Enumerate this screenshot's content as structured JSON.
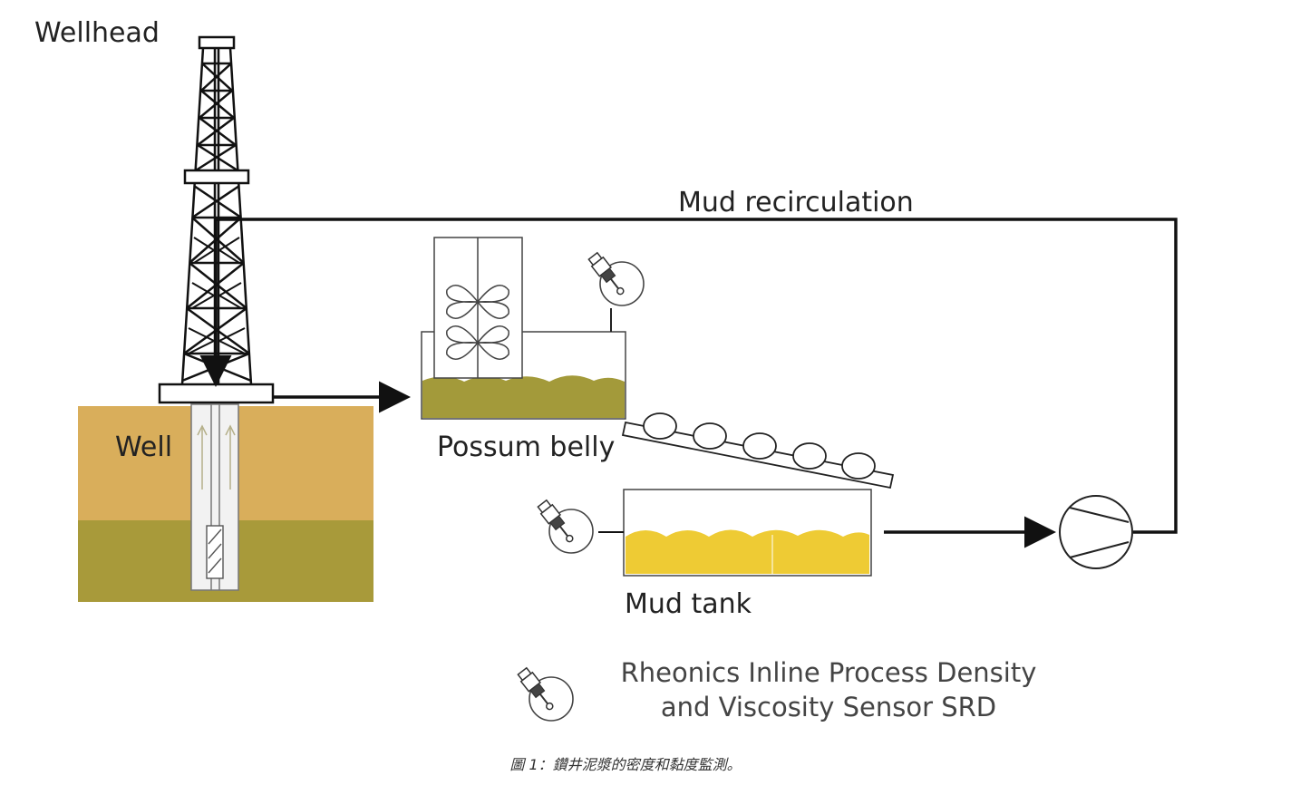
{
  "labels": {
    "wellhead": "Wellhead",
    "well": "Well",
    "possum_belly": "Possum belly",
    "mud_recirculation": "Mud recirculation",
    "mud_tank": "Mud tank"
  },
  "legend": {
    "line1": "Rheonics Inline Process Density",
    "line2": "and Viscosity Sensor SRD",
    "icon": "density-viscosity-sensor-icon"
  },
  "caption": "圖 1：鑽井泥漿的密度和黏度監測。",
  "colors": {
    "ground_upper": "#D9AE5B",
    "ground_lower": "#A89A3A",
    "possum_belly_mud": "#A39A3A",
    "mud_tank_mud": "#EECB34",
    "line": "#111111"
  }
}
